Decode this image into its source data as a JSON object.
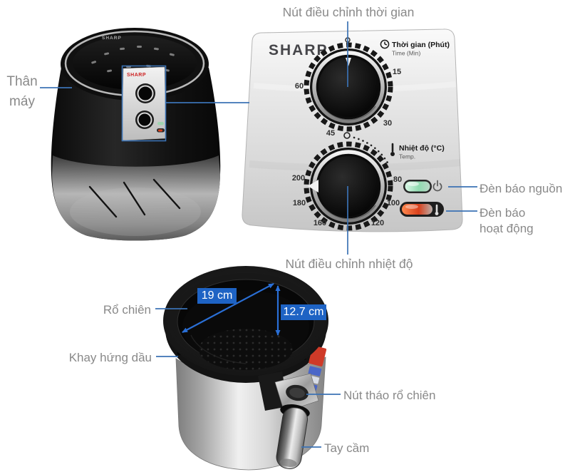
{
  "colors": {
    "annotation_line": "#3b72b4",
    "annotation_text": "#898989",
    "dimension_box_bg": "#1e63c4",
    "dimension_box_text": "#ffffff",
    "sharp_logo_red": "#cc2222",
    "panel_logo_gray": "#46464a",
    "power_light_green": "#7ed6a3",
    "activity_light_red": "#d9401c"
  },
  "machine": {
    "brand": "SHARP",
    "body_label": "Thân máy"
  },
  "panel": {
    "brand": "SHARP",
    "time_dial": {
      "label": "Nút điều chỉnh thời gian",
      "title": "Thời gian (Phút)",
      "subtitle": "Time (Min)",
      "ticks": [
        "15",
        "30",
        "45",
        "60"
      ]
    },
    "temp_dial": {
      "label": "Nút điều chỉnh nhiệt độ",
      "title": "Nhiệt độ (°C)",
      "subtitle": "Temp.",
      "ticks": [
        "80",
        "100",
        "120",
        "160",
        "180",
        "200"
      ]
    },
    "power_light_label": "Đèn báo nguồn",
    "activity_light_label": "Đèn báo hoạt động"
  },
  "basket": {
    "labels": {
      "basket": "Rổ chiên",
      "oil_tray": "Khay hứng dầu",
      "release_button": "Nút tháo rổ chiên",
      "handle": "Tay cầm"
    },
    "dimensions": {
      "diameter": "19 cm",
      "depth": "12.7 cm"
    }
  }
}
